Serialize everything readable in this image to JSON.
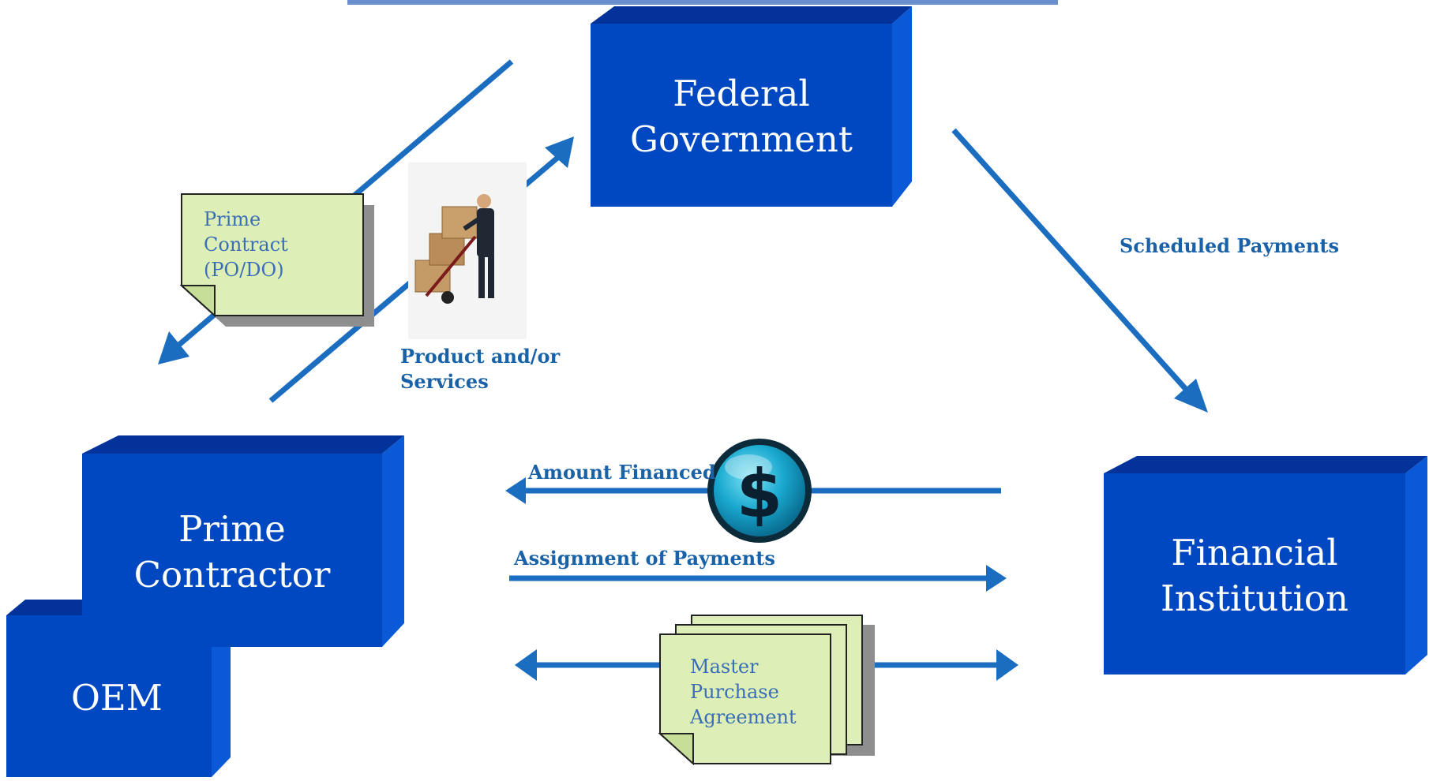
{
  "title": "",
  "colors": {
    "box_front": "#0047c2",
    "box_top": "#03339a",
    "box_side": "#0a59d6",
    "arrow": "#1a6dbf",
    "label": "#1a62a8",
    "note_fill": "#ddeeb6",
    "note_text": "#3a6fb7",
    "coin": "#1aa9d0"
  },
  "entities": {
    "federal": {
      "line1": "Federal",
      "line2": "Government"
    },
    "prime": {
      "line1": "Prime",
      "line2": "Contractor"
    },
    "oem": {
      "label": "OEM"
    },
    "financial": {
      "line1": "Financial",
      "line2": "Institution"
    }
  },
  "notes": {
    "contract": {
      "line1": "Prime",
      "line2": "Contract",
      "line3": "(PO/DO)"
    },
    "agreement": {
      "line1": "Master",
      "line2": "Purchase",
      "line3": "Agreement"
    }
  },
  "labels": {
    "products_line1": "Product and/or",
    "products_line2": "Services",
    "scheduled": "Scheduled Payments",
    "amount": "Amount Financed",
    "assignment": "Assignment of Payments"
  },
  "icons": {
    "delivery": "delivery-man-with-boxes-photo",
    "coin": "dollar-coin-icon"
  }
}
